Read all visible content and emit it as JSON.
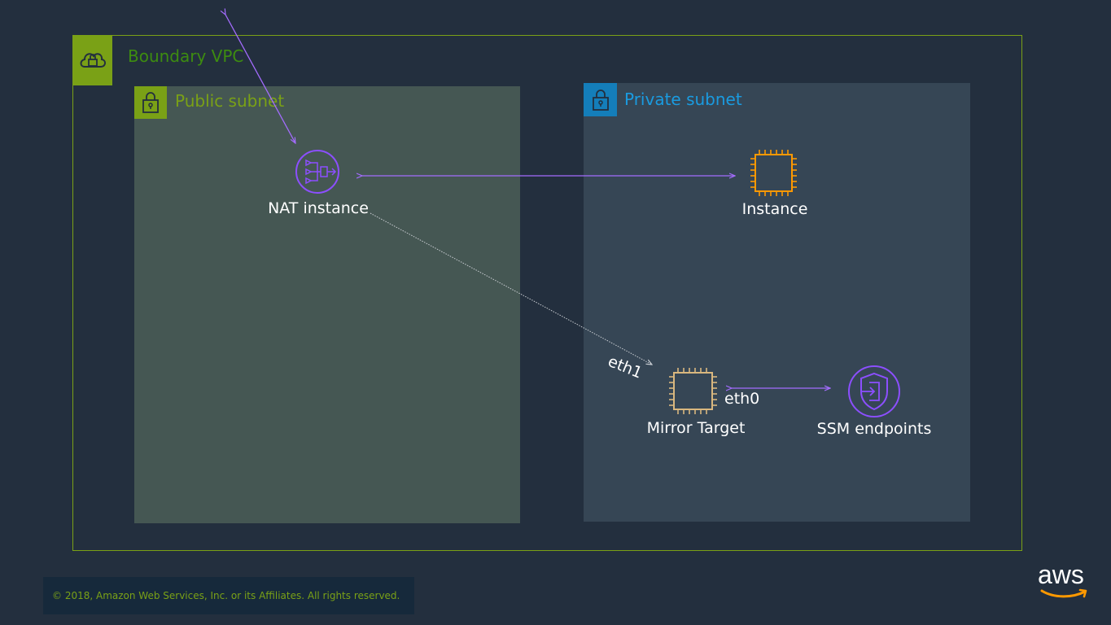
{
  "vpc": {
    "label": "Boundary VPC",
    "color": "#7aa116",
    "icon": "vpc-cloud-lock-icon"
  },
  "public_subnet": {
    "label": "Public subnet",
    "color": "#7aa116",
    "icon": "lock-icon"
  },
  "private_subnet": {
    "label": "Private subnet",
    "color": "#147eba",
    "icon": "lock-icon"
  },
  "nodes": {
    "nat": {
      "label": "NAT instance",
      "icon": "nat-gateway-icon",
      "color": "#8c4fff"
    },
    "instance": {
      "label": "Instance",
      "icon": "ec2-instance-chip-icon",
      "color": "#ff9900"
    },
    "mirror": {
      "label": "Mirror Target",
      "icon": "ec2-instance-chip-icon",
      "color": "#d9b77e"
    },
    "ssm": {
      "label": "SSM endpoints",
      "icon": "vpc-endpoint-shield-icon",
      "color": "#8c4fff"
    }
  },
  "interfaces": {
    "eth0": "eth0",
    "eth1": "eth1"
  },
  "footer": {
    "copyright": "© 2018, Amazon Web Services, Inc. or its Affiliates. All rights reserved."
  },
  "brand": {
    "logo_text": "aws",
    "smile_color": "#ff9900"
  }
}
